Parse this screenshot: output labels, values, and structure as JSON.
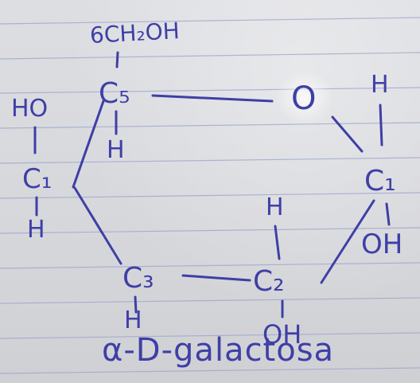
{
  "labels": {
    "ch2oh": "6CH₂OH",
    "c5": "C₅",
    "h_c5": "H",
    "ring_o": "O",
    "h_c1_top": "H",
    "c1": "C₁",
    "oh_c1": "OH",
    "h_c2": "H",
    "c2": "C₂",
    "oh_c2": "OH",
    "c3": "C₃",
    "h_c3": "H",
    "ho_c4": "HO",
    "c4": "C₁",
    "h_c4": "H"
  },
  "caption": "α-D-galactosa",
  "ink_color": "#3f3fa6",
  "paper_line_color": "#9aa3c9"
}
